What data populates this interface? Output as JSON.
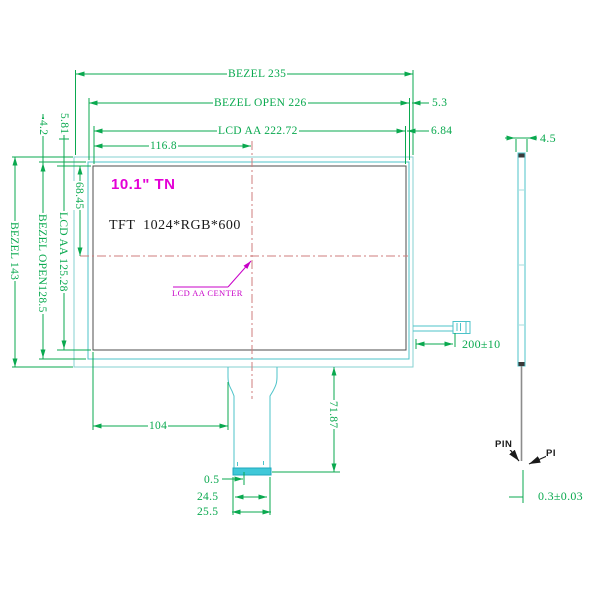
{
  "drawing": {
    "title": "10.1\" TN",
    "resolution": "TFT  1024*RGB*600",
    "center_label": "LCD AA CENTER",
    "dimensions": {
      "top": {
        "bezel_width": "BEZEL 235",
        "bezel_open_width": "BEZEL OPEN 226",
        "lcd_aa_width": "LCD AA 222.72",
        "center_offset_x": "116.8",
        "right_gap_open": "5.3",
        "right_gap_aa": "6.84"
      },
      "left": {
        "gap_1": "4.2",
        "gap_2": "5.81",
        "bezel_height": "BEZEL 143",
        "bezel_open_height": "BEZEL OPEN128.5",
        "lcd_aa_height": "LCD AA 125.28",
        "center_offset_y": "68.45"
      },
      "bottom": {
        "fpc_offset_x": "104",
        "fpc_length": "71.87",
        "pin_offset": "0.5",
        "connector_width_inner": "24.5",
        "connector_width_outer": "25.5"
      },
      "right": {
        "cable_length": "200±10",
        "thickness": "4.5",
        "pin_label": "PIN",
        "pi_label": "PI",
        "pin_thickness": "0.3±0.03"
      }
    },
    "colors": {
      "dimension_green": "#0aa94f",
      "outline_cyan": "#4cc3c9",
      "bezel_light_cyan": "#86d2d2",
      "active_area_gray": "#4d4d4d",
      "centerline_red": "#cf7d7d",
      "accent_magenta": "#e400d6",
      "connector_fill": "#3fc8d8"
    }
  }
}
